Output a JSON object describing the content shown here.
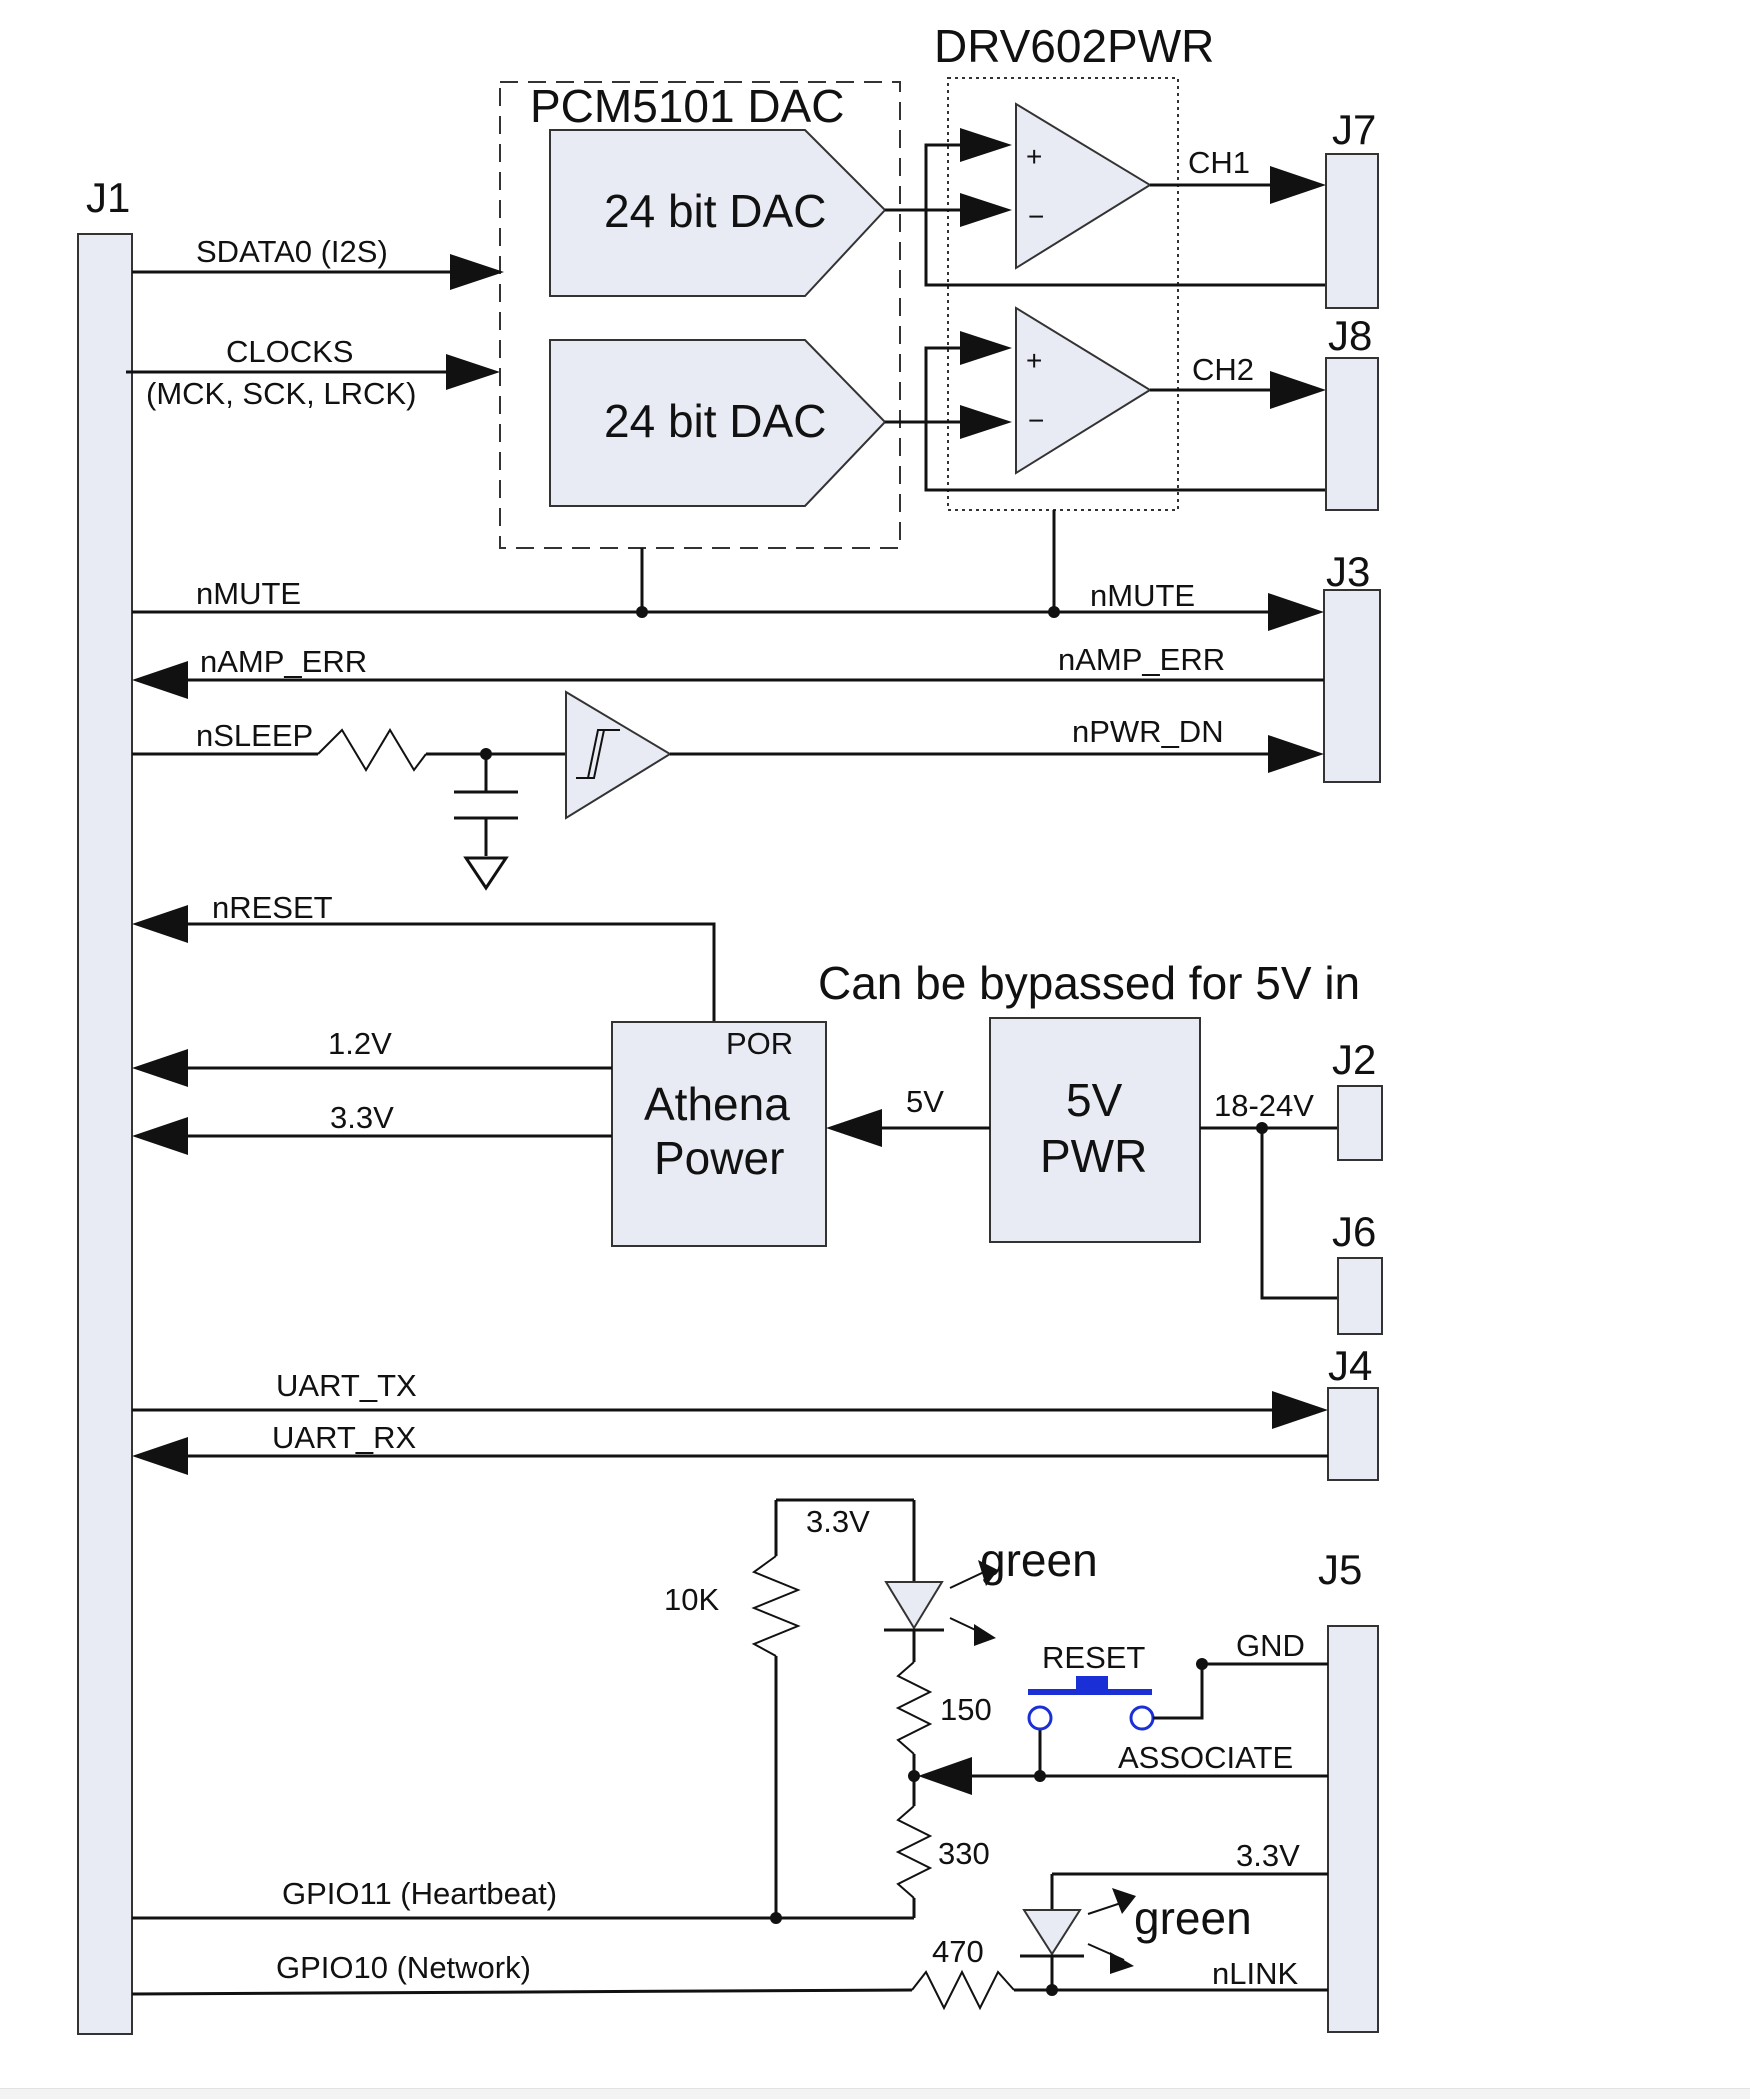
{
  "titles": {
    "dac_group": "PCM5101 DAC",
    "amp_group": "DRV602PWR",
    "bypass_note": "Can be bypassed for 5V in"
  },
  "blocks": {
    "dac1": "24 bit DAC",
    "dac2": "24 bit DAC",
    "power_line1": "Athena",
    "power_line2": "Power",
    "por": "POR",
    "pwr_line1": "5V",
    "pwr_line2": "PWR"
  },
  "connectors": {
    "j1": "J1",
    "j2": "J2",
    "j3": "J3",
    "j4": "J4",
    "j5": "J5",
    "j6": "J6",
    "j7": "J7",
    "j8": "J8"
  },
  "signals": {
    "sdata": "SDATA0 (I2S)",
    "clocks_line1": "CLOCKS",
    "clocks_line2": "(MCK, SCK, LRCK)",
    "ch1": "CH1",
    "ch2": "CH2",
    "nmute_left": "nMUTE",
    "nmute_right": "nMUTE",
    "namp_err_left": "nAMP_ERR",
    "namp_err_right": "nAMP_ERR",
    "nsleep": "nSLEEP",
    "npwr_dn": "nPWR_DN",
    "nreset": "nRESET",
    "v12": "1.2V",
    "v33": "3.3V",
    "v5": "5V",
    "v18_24": "18-24V",
    "uart_tx": "UART_TX",
    "uart_rx": "UART_RX",
    "v33_top": "3.3V",
    "v33_j5": "3.3V",
    "gnd": "GND",
    "associate": "ASSOCIATE",
    "nlink": "nLINK",
    "gpio11": "GPIO11 (Heartbeat)",
    "gpio10": "GPIO10 (Network)"
  },
  "components": {
    "r10k": "10K",
    "r150": "150",
    "r330": "330",
    "r470": "470",
    "led1": "green",
    "led2": "green",
    "reset_button": "RESET",
    "opamp_plus": "+",
    "opamp_minus": "−"
  },
  "colors": {
    "block_fill": "#e8ebf3",
    "reset_button": "#1a2fd6",
    "wire": "#111111"
  }
}
